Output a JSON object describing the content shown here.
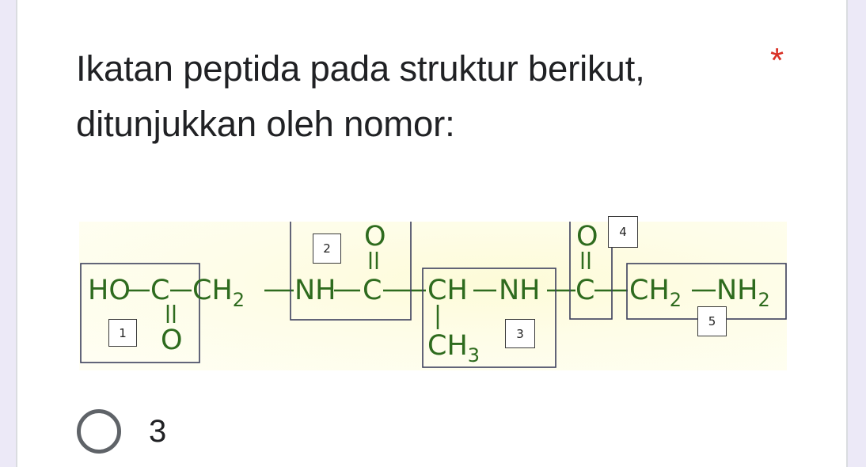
{
  "question": {
    "line1": "Ikatan peptida pada struktur berikut,",
    "line2": "ditunjukkan oleh nomor:",
    "required_marker": "*"
  },
  "figure": {
    "atoms": {
      "ho": "HO",
      "c1": "C",
      "o1": "O",
      "ch2a": "CH",
      "ch2a_sub": "2",
      "nh1": "NH",
      "c2": "C",
      "o2": "O",
      "ch": "CH",
      "ch3": "CH",
      "ch3_sub": "3",
      "nh2": "NH",
      "c3": "C",
      "o3": "O",
      "ch2b": "CH",
      "ch2b_sub": "2",
      "nh2end": "NH",
      "nh2end_sub": "2"
    },
    "labels": [
      "1",
      "2",
      "3",
      "4",
      "5"
    ],
    "colors": {
      "bond": "#2e6b1e",
      "box_border": "#3b3f5c"
    }
  },
  "options": [
    {
      "label": "3",
      "selected": false
    }
  ],
  "colors": {
    "required": "#d93025",
    "text": "#202124",
    "radio": "#5f6368",
    "page_bg": "#ece9f7"
  }
}
